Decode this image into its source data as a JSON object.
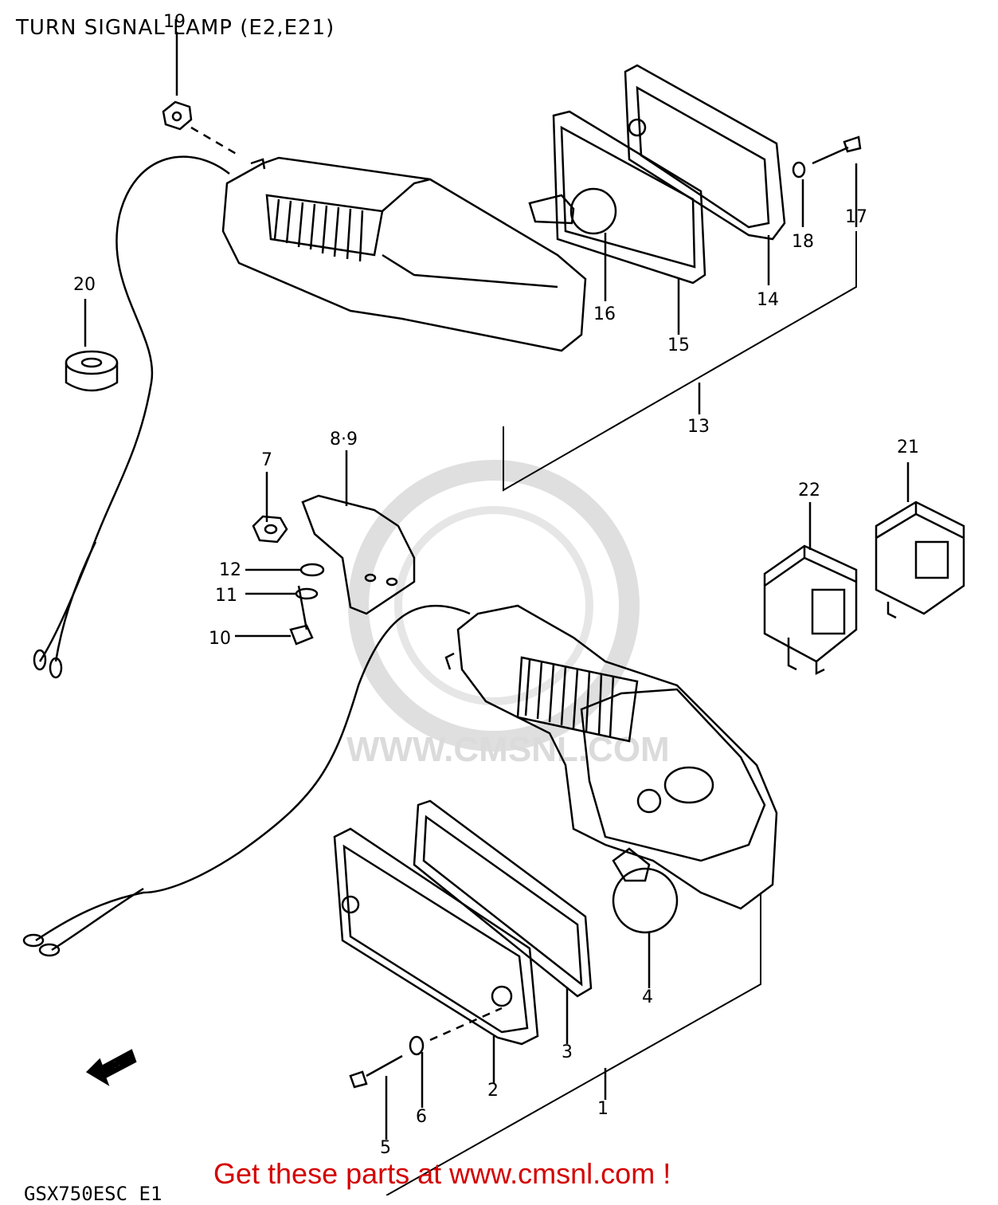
{
  "title": "TURN SIGNAL LAMP (E2,E21)",
  "footer_link": "Get these parts at www.cmsnl.com !",
  "model_code": "GSX750ESC E1",
  "watermark": "WWW.CMSNL.COM",
  "fwd_label": "FWD",
  "callouts": [
    "1",
    "2",
    "3",
    "4",
    "5",
    "6",
    "7",
    "8·9",
    "10",
    "11",
    "12",
    "13",
    "14",
    "15",
    "16",
    "17",
    "18",
    "19",
    "20",
    "21",
    "22"
  ],
  "colors": {
    "footer": "#d40000",
    "watermark": "#d8d8d8",
    "lines": "#000000"
  }
}
